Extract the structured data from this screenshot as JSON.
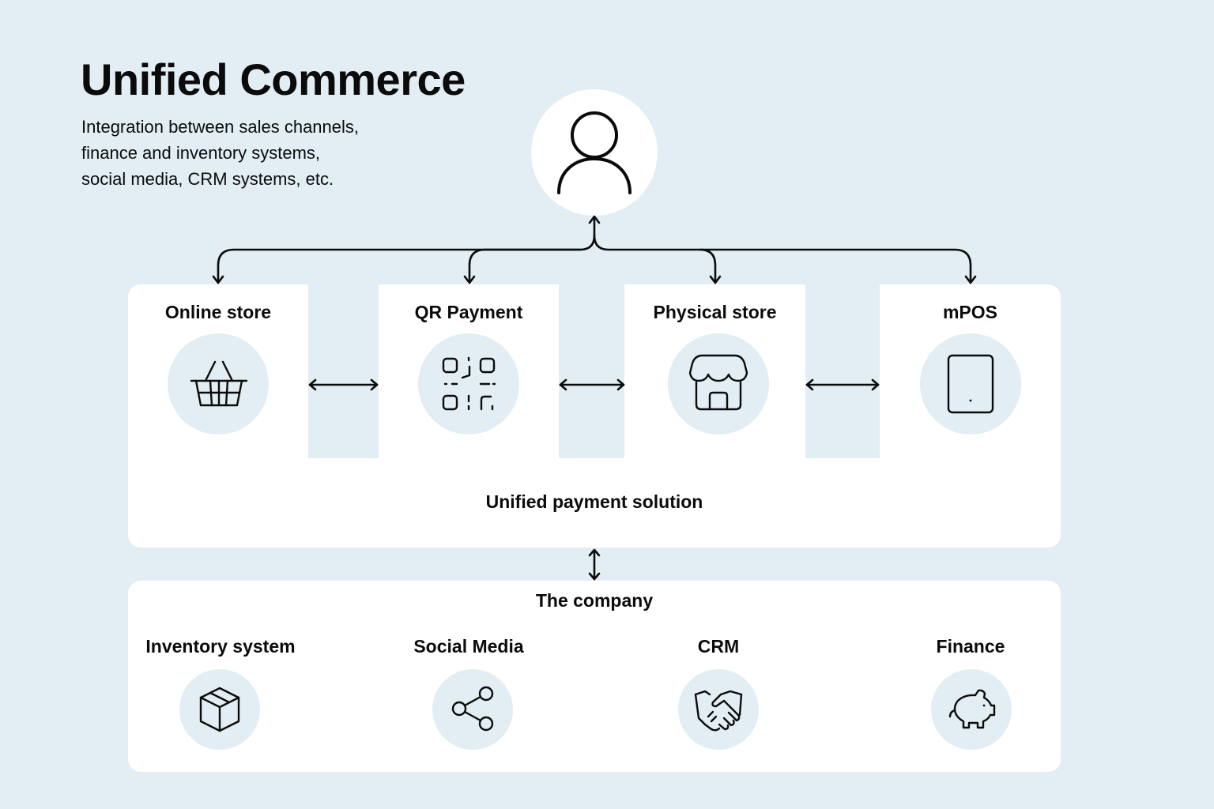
{
  "header": {
    "title": "Unified Commerce",
    "subtitle_lines": [
      "Integration between sales channels,",
      "finance and inventory systems,",
      "social media, CRM systems, etc."
    ]
  },
  "customer": {
    "icon": "user-icon"
  },
  "channels": [
    {
      "label": "Online store",
      "icon": "basket-icon"
    },
    {
      "label": "QR Payment",
      "icon": "qr-code-icon"
    },
    {
      "label": "Physical store",
      "icon": "storefront-icon"
    },
    {
      "label": "mPOS",
      "icon": "tablet-icon"
    }
  ],
  "payment_solution": {
    "label": "Unified payment solution"
  },
  "company": {
    "title": "The company",
    "systems": [
      {
        "label": "Inventory system",
        "icon": "box-icon"
      },
      {
        "label": "Social Media",
        "icon": "share-icon"
      },
      {
        "label": "CRM",
        "icon": "handshake-icon"
      },
      {
        "label": "Finance",
        "icon": "piggy-bank-icon"
      }
    ]
  },
  "colors": {
    "background": "#e2eef3",
    "card": "#ffffff",
    "ink": "#0b0b0b"
  }
}
